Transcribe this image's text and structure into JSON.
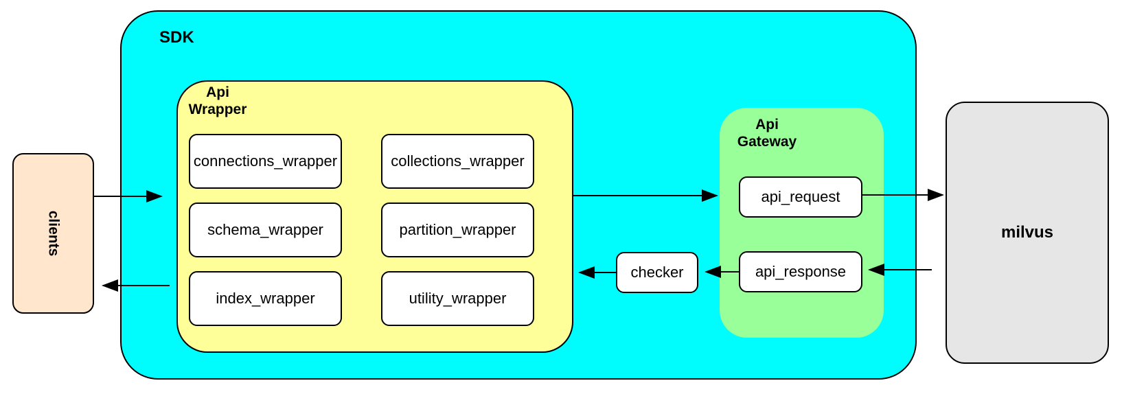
{
  "colors": {
    "sdk": "#00FDFD",
    "api_wrapper": "#FFFF99",
    "api_gateway": "#99FF99",
    "clients": "#FFE6CC",
    "milvus": "#E6E6E6",
    "leaf_node": "#FFFFFF",
    "stroke": "#000000"
  },
  "nodes": {
    "clients": {
      "label": "clients"
    },
    "sdk": {
      "label": "SDK"
    },
    "api_wrapper": {
      "title_line1": "Api",
      "title_line2": "Wrapper",
      "children": [
        "connections_wrapper",
        "collections_wrapper",
        "schema_wrapper",
        "partition_wrapper",
        "index_wrapper",
        "utility_wrapper"
      ]
    },
    "checker": {
      "label": "checker"
    },
    "api_gateway": {
      "title_line1": "Api",
      "title_line2": "Gateway",
      "children": [
        "api_request",
        "api_response"
      ]
    },
    "milvus": {
      "label": "milvus"
    }
  },
  "edges": [
    {
      "from": "clients",
      "to": "sdk"
    },
    {
      "from": "api_wrapper",
      "to": "api_gateway"
    },
    {
      "from": "api_request",
      "to": "milvus"
    },
    {
      "from": "milvus",
      "to": "api_response"
    },
    {
      "from": "api_response",
      "to": "checker"
    },
    {
      "from": "checker",
      "to": "api_wrapper"
    },
    {
      "from": "api_wrapper",
      "to": "clients"
    }
  ]
}
